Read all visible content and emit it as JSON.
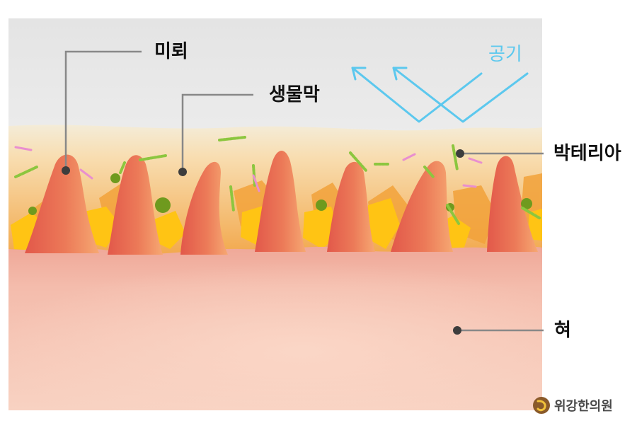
{
  "labels": {
    "papillae": "미뢰",
    "biofilm": "생물막",
    "air": "공기",
    "bacteria": "박테리아",
    "tongue": "혀"
  },
  "logo": {
    "text": "위강한의원"
  },
  "colors": {
    "air_layer": "#e6e6e6",
    "coating_top": "#f8e6b8",
    "coating_bottom": "#f2a64a",
    "tongue_surface": "#f2b4a4",
    "papilla_base": "#e8604e",
    "papilla_light": "#f5a470",
    "particle_yellow": "#ffc414",
    "bacteria_green": "#8cc63f",
    "bacteria_pink": "#e98fcf",
    "air_arrow": "#5cc8ee",
    "label_text": "#111111",
    "leader_line": "#888888",
    "marker_dot": "#3d3d3d"
  }
}
